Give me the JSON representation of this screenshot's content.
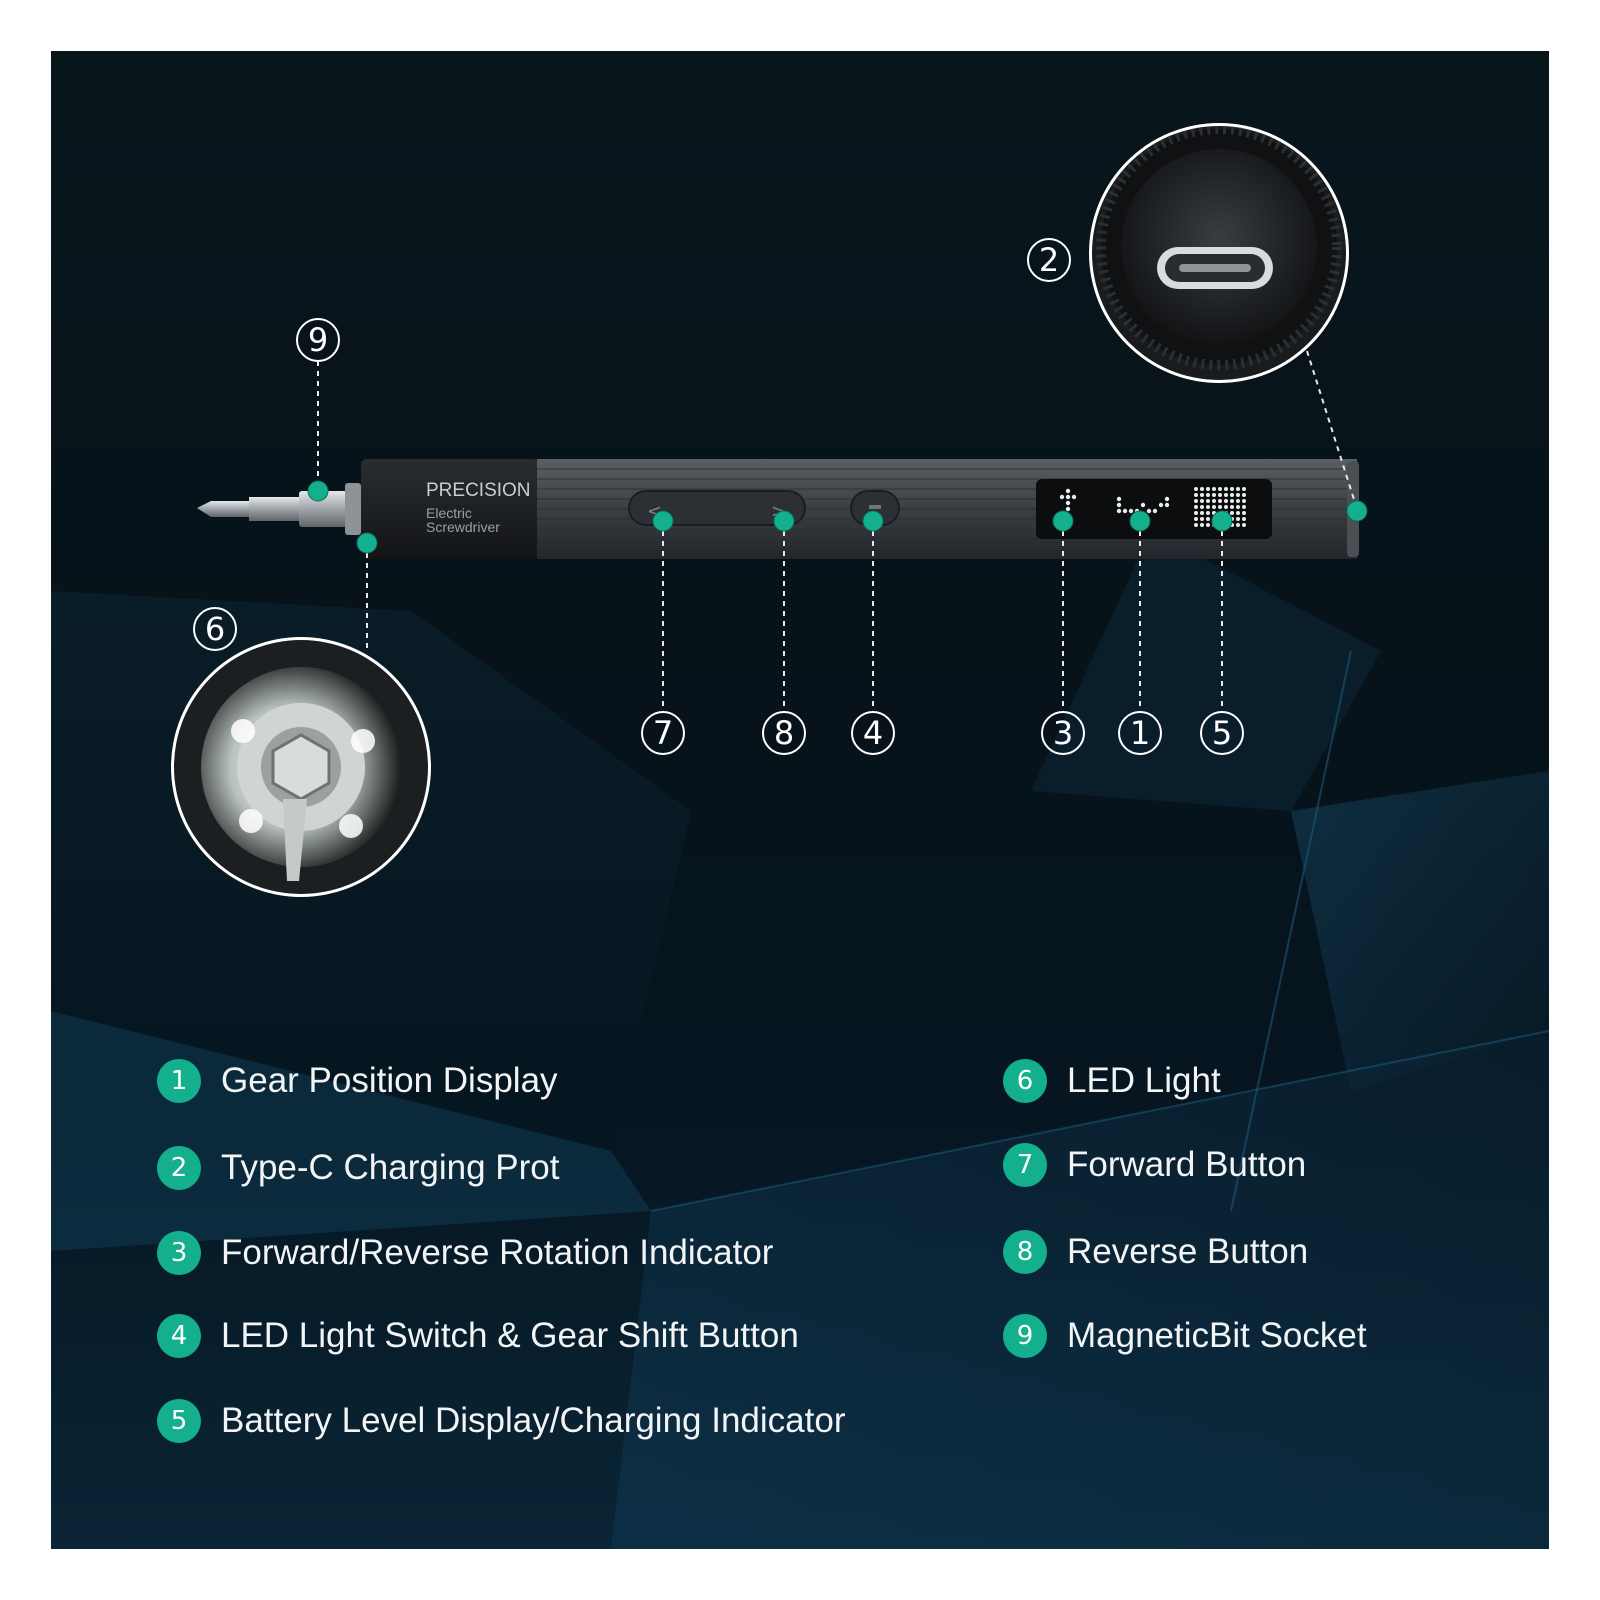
{
  "product": {
    "brand_text": "PRECISION",
    "sub_text_1": "Electric",
    "sub_text_2": "Screwdriver"
  },
  "colors": {
    "accent": "#14b08e",
    "background": "#08161c",
    "text": "#f2f4f5"
  },
  "callouts": [
    "9",
    "2",
    "6",
    "7",
    "8",
    "4",
    "3",
    "1",
    "5"
  ],
  "legend": [
    {
      "number": "1",
      "label": "Gear Position Display"
    },
    {
      "number": "2",
      "label": "Type-C Charging Prot"
    },
    {
      "number": "3",
      "label": "Forward/Reverse Rotation Indicator"
    },
    {
      "number": "4",
      "label": "LED Light Switch & Gear Shift Button"
    },
    {
      "number": "5",
      "label": "Battery Level Display/Charging Indicator"
    },
    {
      "number": "6",
      "label": "LED Light"
    },
    {
      "number": "7",
      "label": "Forward Button"
    },
    {
      "number": "8",
      "label": "Reverse Button"
    },
    {
      "number": "9",
      "label": "MagneticBit Socket"
    }
  ]
}
